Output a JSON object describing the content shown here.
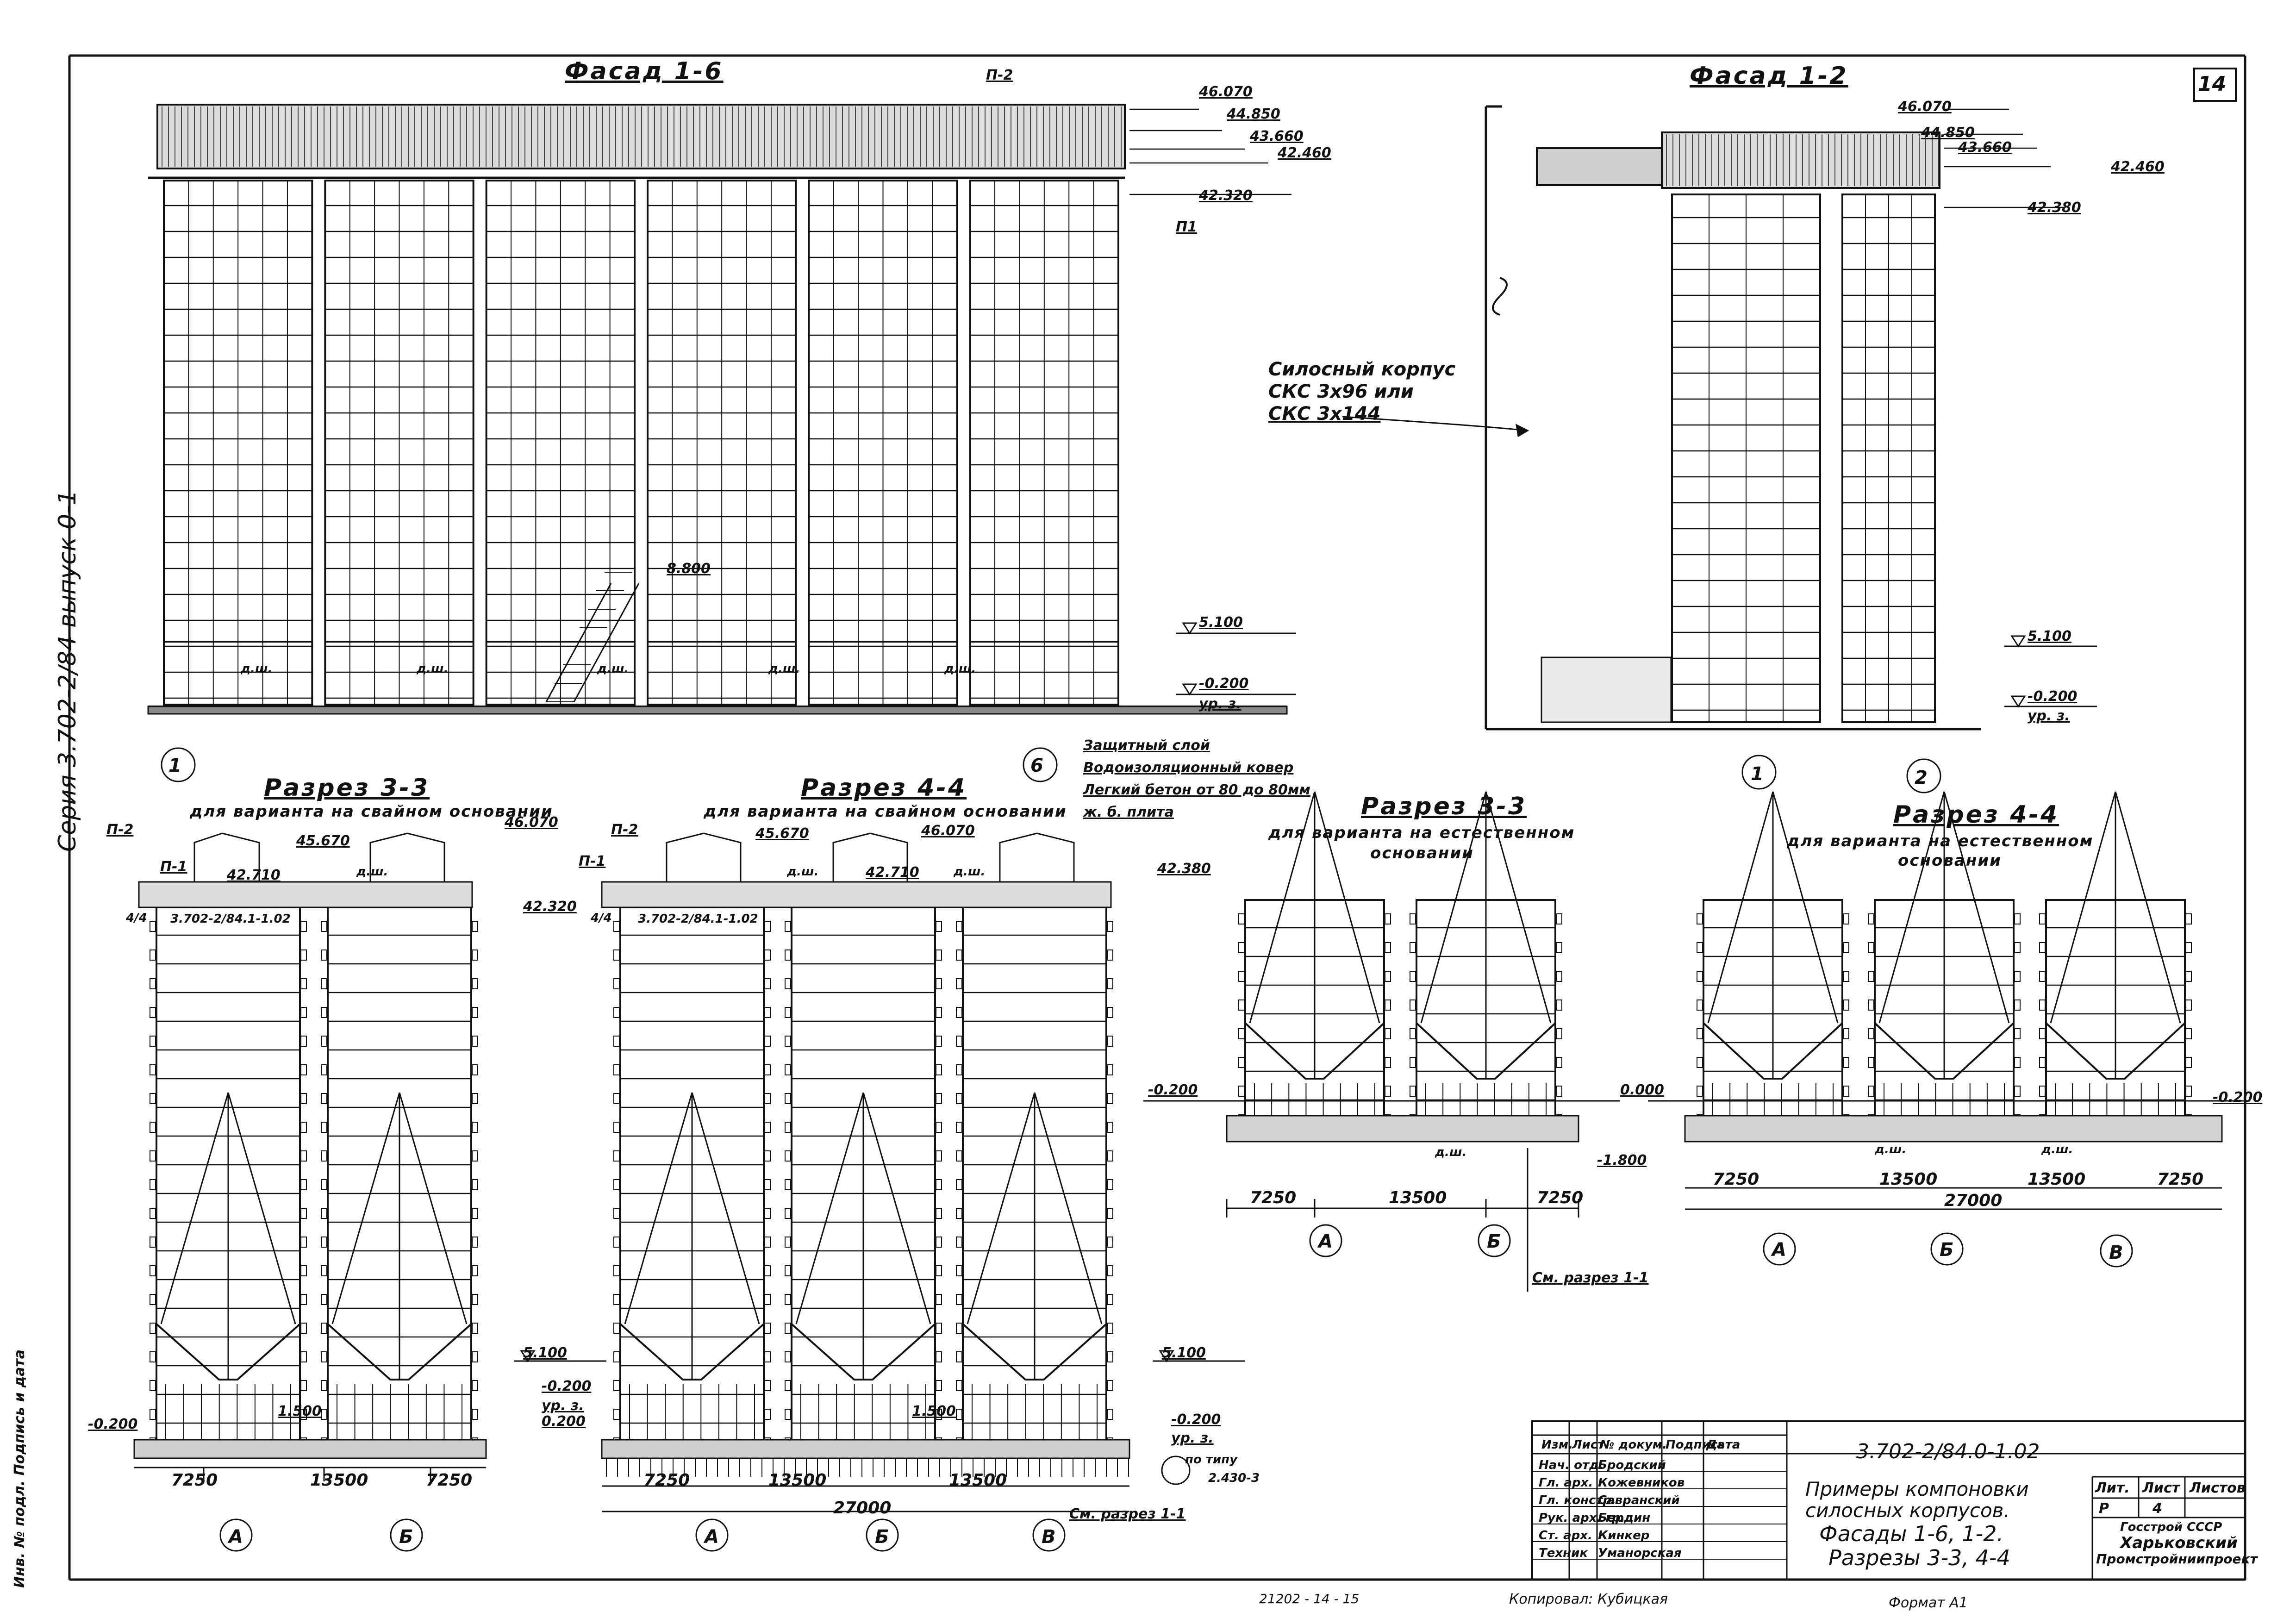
{
  "sheet": {
    "number": "14",
    "side_series": "Серия 3.702-2/84 выпуск 0-1",
    "side_stamp": "Инв. № подл. Подпись и дата",
    "bottom_copied": "Копировал: Кубицкая",
    "bottom_format": "Формат А1",
    "bottom_code": "21202 - 14 - 15"
  },
  "facade_1_6": {
    "title": "Фасад 1-6",
    "levels": [
      "46.070",
      "44.850",
      "43.660",
      "42.460",
      "42.320",
      "5.100",
      "-0.200",
      "ур. з."
    ],
    "mark_p2": "П-2",
    "mark_p1": "П1",
    "stair_level": "8.800",
    "dsh": "д.ш.",
    "axes": [
      "1",
      "6"
    ],
    "silo_count": 6
  },
  "facade_1_2": {
    "title": "Фасад 1-2",
    "levels": [
      "46.070",
      "44.850",
      "43.660",
      "42.460",
      "42.380",
      "5.100",
      "-0.200",
      "ур. з."
    ],
    "axes": [
      "1",
      "2"
    ],
    "silo_count": 2,
    "callout": [
      "Силосный корпус",
      "СКС 3x96 или",
      "СКС 3x144"
    ]
  },
  "layers_note": [
    "Защитный слой",
    "Водоизоляционный ковер",
    "Легкий бетон от 80 до 80мм",
    "ж. б. плита"
  ],
  "section_3_3_pile": {
    "title": "Разрез 3-3",
    "subtitle": "для варианта на свайном основании",
    "marks": [
      "П-2",
      "П-1",
      "45.670",
      "46.070",
      "42.710",
      "42.320",
      "д.ш."
    ],
    "ref": "3.702-2/84.1-1.02",
    "badge": "4/4",
    "levels": [
      "5.100",
      "-0.200",
      "ур. з.",
      "0.200",
      "-0.200",
      "1.500"
    ],
    "dims": [
      "7250",
      "13500",
      "7250"
    ],
    "axes": [
      "А",
      "Б"
    ],
    "silo_count": 2
  },
  "section_4_4_pile": {
    "title": "Разрез 4-4",
    "subtitle": "для варианта на свайном основании",
    "marks": [
      "П-2",
      "П-1",
      "45.670",
      "46.070",
      "42.710",
      "д.ш.",
      "42.380"
    ],
    "ref": "3.702-2/84.1-1.02",
    "badge": "4/4",
    "levels": [
      "5.100",
      "-0.200",
      "ур. з.",
      "1.500"
    ],
    "dims": [
      "7250",
      "13500",
      "13500",
      "27000"
    ],
    "axes": [
      "А",
      "Б",
      "В"
    ],
    "note_type": [
      "по типу",
      "2.430-3"
    ],
    "note_section": "См. разрез 1-1",
    "silo_count": 3
  },
  "section_3_3_natural": {
    "title": "Разрез 3-3",
    "subtitle1": "для варианта на естественном",
    "subtitle2": "основании",
    "levels": [
      "-0.200",
      "0.000",
      "-1.800"
    ],
    "dsh": "д.ш.",
    "dims": [
      "7250",
      "13500",
      "7250"
    ],
    "axes": [
      "А",
      "Б"
    ],
    "note_section": "См. разрез 1-1",
    "silo_count": 2
  },
  "section_4_4_natural": {
    "title": "Разрез 4-4",
    "subtitle1": "для варианта на естественном",
    "subtitle2": "основании",
    "levels": [
      "-0.200"
    ],
    "dsh": "д.ш.",
    "dims": [
      "7250",
      "13500",
      "13500",
      "7250",
      "27000"
    ],
    "axes": [
      "А",
      "Б",
      "В"
    ],
    "silo_count": 3
  },
  "title_block": {
    "code": "3.702-2/84.0-1.02",
    "header": [
      "Изм.",
      "Лист",
      "№ докум.",
      "Подпись",
      "Дата"
    ],
    "rows": [
      {
        "role": "Нач. отд.",
        "name": "Бродский"
      },
      {
        "role": "Гл. арх.",
        "name": "Кожевников"
      },
      {
        "role": "Гл. констр.",
        "name": "Савранский"
      },
      {
        "role": "Рук. арх. гр.",
        "name": "Бердин"
      },
      {
        "role": "Ст. арх.",
        "name": "Кинкер"
      },
      {
        "role": "Техник",
        "name": "Уманорская"
      }
    ],
    "description": [
      "Примеры компоновки",
      "силосных корпусов.",
      "Фасады 1-6, 1-2.",
      "Разрезы 3-3, 4-4"
    ],
    "lit_label": "Лит.",
    "sheet_label": "Лист",
    "sheets_label": "Листов",
    "lit_value": "Р",
    "sheet_value": "4",
    "org": [
      "Госстрой СССР",
      "Харьковский",
      "Промстройниипроект"
    ]
  }
}
